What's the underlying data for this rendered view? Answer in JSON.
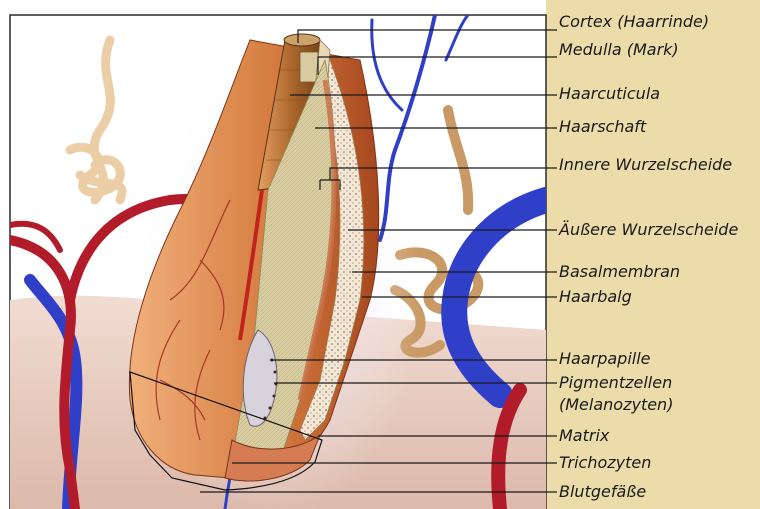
{
  "labels": {
    "cortex": "Cortex (Haarrinde)",
    "medulla": "Medulla (Mark)",
    "haarcuticula": "Haarcuticula",
    "haarschaft": "Haarschaft",
    "innere_wurzelscheide": "Innere Wurzelscheide",
    "aeussere_wurzelscheide": "Äußere Wurzelscheide",
    "basalmembran": "Basalmembran",
    "haarbalg": "Haarbalg",
    "haarpapille": "Haarpapille",
    "pigmentzellen": "Pigmentzellen",
    "melanozyten": "(Melanozyten)",
    "matrix": "Matrix",
    "trichozyten": "Trichozyten",
    "blutgefaesse": "Blutgefäße"
  },
  "colors": {
    "label_panel": "#ecdcaa",
    "vessel_red": "#b21c2a",
    "vessel_blue": "#2f3fc8",
    "skin": "#e7cbbf",
    "follicle_orange": "#cf7a3c",
    "shaft_beige": "#e2dcb0"
  }
}
